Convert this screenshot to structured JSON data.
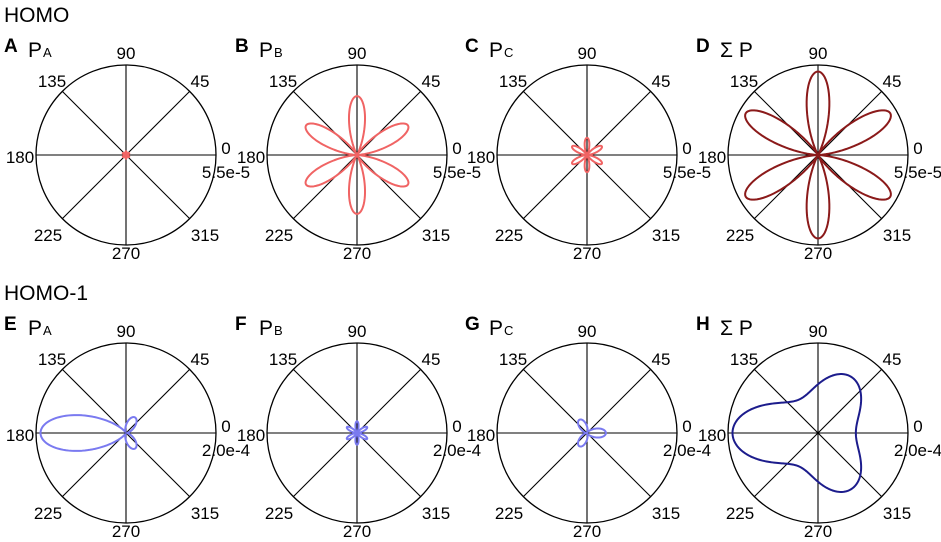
{
  "figure": {
    "rows": [
      {
        "title": "HOMO",
        "rmax_label": "5.5e-5"
      },
      {
        "title": "HOMO-1",
        "rmax_label": "2.0e-4"
      }
    ]
  },
  "colors": {
    "light_red": "#f06464",
    "dark_red": "#8b1a1a",
    "light_blue": "#7a7af0",
    "dark_blue": "#1c1c8c"
  },
  "chart_data": [
    {
      "type": "polar",
      "panel": "A",
      "label_main": "P",
      "label_sub": "A",
      "row": 0,
      "angle_labels": [
        "0",
        "45",
        "90",
        "135",
        "180",
        "225",
        "270",
        "315"
      ],
      "r_max_label": "5.5e-5",
      "r_max": 5.5e-05,
      "theta_unit": "degrees",
      "color": "#f06464",
      "stroke_width": 2.2,
      "shape": {
        "kind": "rose",
        "k": 6,
        "base": 0,
        "phase_deg": 90,
        "amp": 2.2e-06
      }
    },
    {
      "type": "polar",
      "panel": "B",
      "label_main": "P",
      "label_sub": "B",
      "row": 0,
      "angle_labels": [
        "0",
        "45",
        "90",
        "135",
        "180",
        "225",
        "270",
        "315"
      ],
      "r_max_label": "5.5e-5",
      "r_max": 5.5e-05,
      "theta_unit": "degrees",
      "color": "#f06464",
      "stroke_width": 2,
      "shape": {
        "kind": "rose",
        "k": 6,
        "base": 0,
        "phase_deg": 90,
        "amp": 3.6e-05
      }
    },
    {
      "type": "polar",
      "panel": "C",
      "label_main": "P",
      "label_sub": "C",
      "row": 0,
      "angle_labels": [
        "0",
        "45",
        "90",
        "135",
        "180",
        "225",
        "270",
        "315"
      ],
      "r_max_label": "5.5e-5",
      "r_max": 5.5e-05,
      "theta_unit": "degrees",
      "color": "#f06464",
      "stroke_width": 2,
      "shape": {
        "kind": "rose",
        "k": 6,
        "base": 0,
        "phase_deg": 90,
        "amp": 1.05e-05
      }
    },
    {
      "type": "polar",
      "panel": "D",
      "label_main": "Σ P",
      "label_sub": "",
      "row": 0,
      "angle_labels": [
        "0",
        "45",
        "90",
        "135",
        "180",
        "225",
        "270",
        "315"
      ],
      "r_max_label": "5.5e-5",
      "r_max": 5.5e-05,
      "theta_unit": "degrees",
      "color": "#8b1a1a",
      "stroke_width": 2,
      "shape": {
        "kind": "rose",
        "k": 6,
        "base": 0,
        "phase_deg": 90,
        "amp": 5.1e-05
      }
    },
    {
      "type": "polar",
      "panel": "E",
      "label_main": "P",
      "label_sub": "A",
      "row": 1,
      "angle_labels": [
        "0",
        "45",
        "90",
        "135",
        "180",
        "225",
        "270",
        "315"
      ],
      "r_max_label": "2.0e-4",
      "r_max": 0.0002,
      "theta_unit": "degrees",
      "color": "#7a7af0",
      "stroke_width": 2,
      "shape": {
        "kind": "lobes",
        "base": 0,
        "lobes": [
          {
            "center_deg": 180,
            "amp": 0.00019,
            "width": 4
          },
          {
            "center_deg": 60,
            "amp": 4e-05,
            "width": 3
          },
          {
            "center_deg": 300,
            "amp": 4e-05,
            "width": 3
          }
        ]
      }
    },
    {
      "type": "polar",
      "panel": "F",
      "label_main": "P",
      "label_sub": "B",
      "row": 1,
      "angle_labels": [
        "0",
        "45",
        "90",
        "135",
        "180",
        "225",
        "270",
        "315"
      ],
      "r_max_label": "2.0e-4",
      "r_max": 0.0002,
      "theta_unit": "degrees",
      "color": "#7a7af0",
      "stroke_width": 2,
      "shape": {
        "kind": "rose",
        "k": 6,
        "base": 0,
        "phase_deg": 90,
        "amp": 2.6e-05
      }
    },
    {
      "type": "polar",
      "panel": "G",
      "label_main": "P",
      "label_sub": "C",
      "row": 1,
      "angle_labels": [
        "0",
        "45",
        "90",
        "135",
        "180",
        "225",
        "270",
        "315"
      ],
      "r_max_label": "2.0e-4",
      "r_max": 0.0002,
      "theta_unit": "degrees",
      "color": "#7a7af0",
      "stroke_width": 2,
      "shape": {
        "kind": "lobes",
        "base": 0,
        "lobes": [
          {
            "center_deg": 0,
            "amp": 4.2e-05,
            "width": 3
          },
          {
            "center_deg": 120,
            "amp": 3.4e-05,
            "width": 3
          },
          {
            "center_deg": 240,
            "amp": 3.4e-05,
            "width": 3
          }
        ]
      }
    },
    {
      "type": "polar",
      "panel": "H",
      "label_main": "Σ P",
      "label_sub": "",
      "row": 1,
      "angle_labels": [
        "0",
        "45",
        "90",
        "135",
        "180",
        "225",
        "270",
        "315"
      ],
      "r_max_label": "2.0e-4",
      "r_max": 0.0002,
      "theta_unit": "degrees",
      "color": "#1c1c8c",
      "stroke_width": 2,
      "shape": {
        "kind": "lobes",
        "base": 8e-05,
        "lobes": [
          {
            "center_deg": 180,
            "amp": 0.00011,
            "width": 3
          },
          {
            "center_deg": 60,
            "amp": 6.5e-05,
            "width": 3
          },
          {
            "center_deg": 300,
            "amp": 6.5e-05,
            "width": 3
          }
        ]
      }
    }
  ]
}
